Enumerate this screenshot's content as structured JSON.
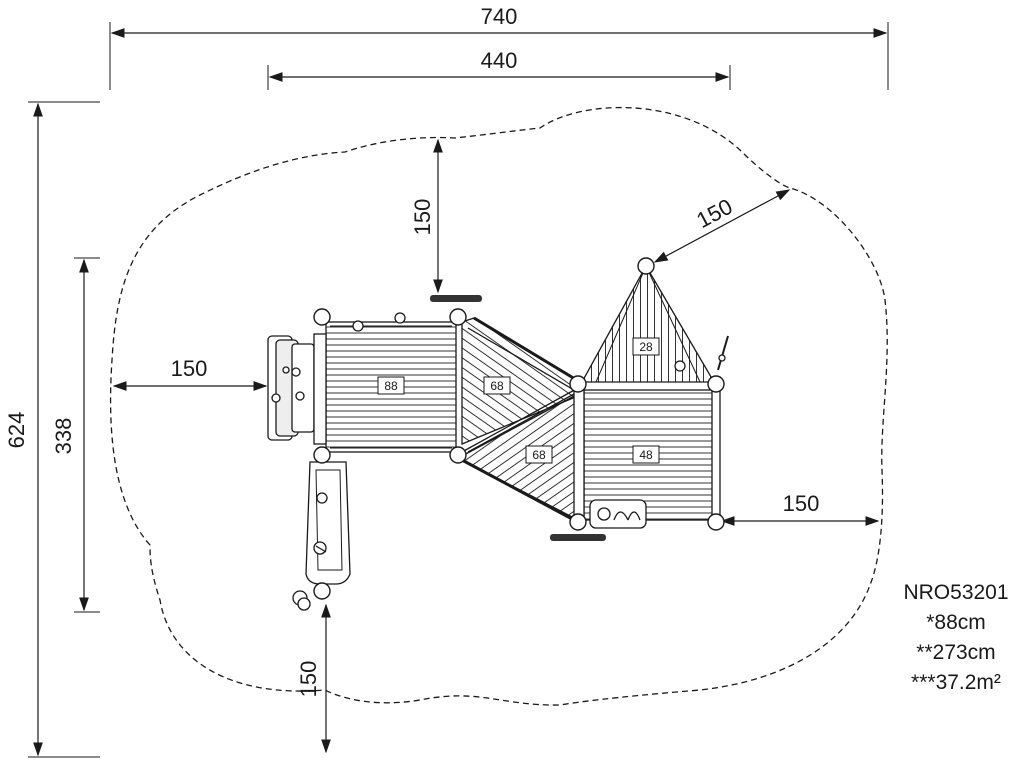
{
  "dimensions": {
    "total_width": "740",
    "platform_width": "440",
    "total_height": "624",
    "platform_height": "338",
    "clearance_left": "150",
    "clearance_top": "150",
    "clearance_right": "150",
    "clearance_bottom": "150",
    "clearance_diagonal": "150"
  },
  "platforms": {
    "left_deck": "88",
    "ramp_upper": "68",
    "ramp_lower": "68",
    "roof_triangle": "28",
    "right_deck": "48"
  },
  "spec": {
    "model": "NRO53201",
    "height_platform": "*88cm",
    "height_total": "**273cm",
    "area": "***37.2m²"
  },
  "colors": {
    "line": "#1a1a1a",
    "background": "#ffffff"
  }
}
